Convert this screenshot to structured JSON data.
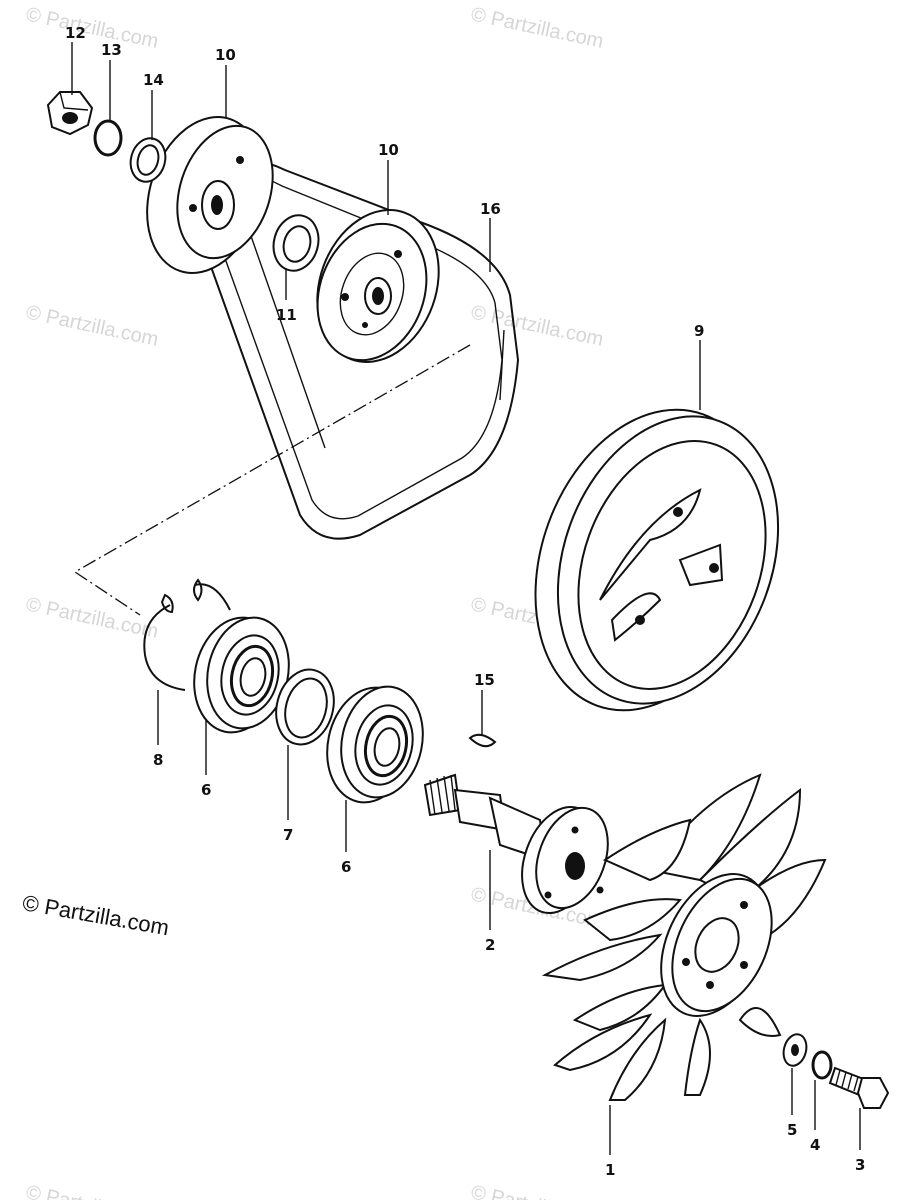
{
  "watermark": "© Partzilla.com",
  "copyright": "© Partzilla.com",
  "callouts": {
    "c1": "1",
    "c2": "2",
    "c3": "3",
    "c4": "4",
    "c5": "5",
    "c6a": "6",
    "c6b": "6",
    "c7": "7",
    "c8": "8",
    "c9": "9",
    "c10a": "10",
    "c10b": "10",
    "c11": "11",
    "c12": "12",
    "c13": "13",
    "c14": "14",
    "c15": "15",
    "c16": "16"
  }
}
